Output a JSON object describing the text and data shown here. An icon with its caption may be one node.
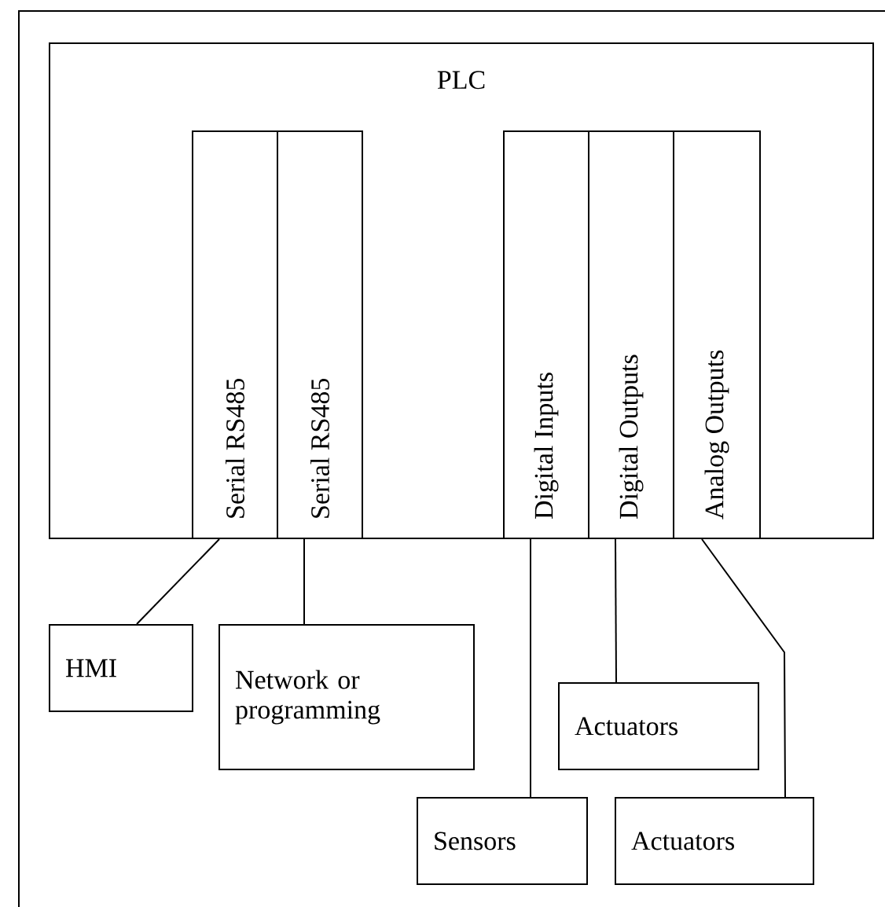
{
  "diagram": {
    "nodes": [
      {
        "text": [
          "PLC"
        ]
      },
      {
        "text": [
          "Serial RS485"
        ],
        "in": 0
      },
      {
        "text": [
          "Serial RS485"
        ],
        "in": 0
      },
      {
        "text": [
          "Digital Inputs"
        ],
        "in": 0
      },
      {
        "text": [
          "Digital Outputs"
        ],
        "in": 0
      },
      {
        "text": [
          "Analog Outputs"
        ],
        "in": 0
      },
      {
        "text": [
          "HMI"
        ]
      },
      {
        "text": [
          "Network or programming"
        ]
      },
      {
        "text": [
          "Actuators"
        ]
      },
      {
        "text": [
          "Sensors"
        ]
      },
      {
        "text": [
          "Actuators"
        ]
      }
    ],
    "edges": [
      {
        "from": 1,
        "to": 6,
        "arrow": "none"
      },
      {
        "from": 2,
        "to": 7,
        "arrow": "none"
      },
      {
        "from": 3,
        "to": 9,
        "arrow": "none"
      },
      {
        "from": 4,
        "to": 8,
        "arrow": "none"
      },
      {
        "from": 5,
        "to": 10,
        "arrow": "none"
      }
    ]
  }
}
